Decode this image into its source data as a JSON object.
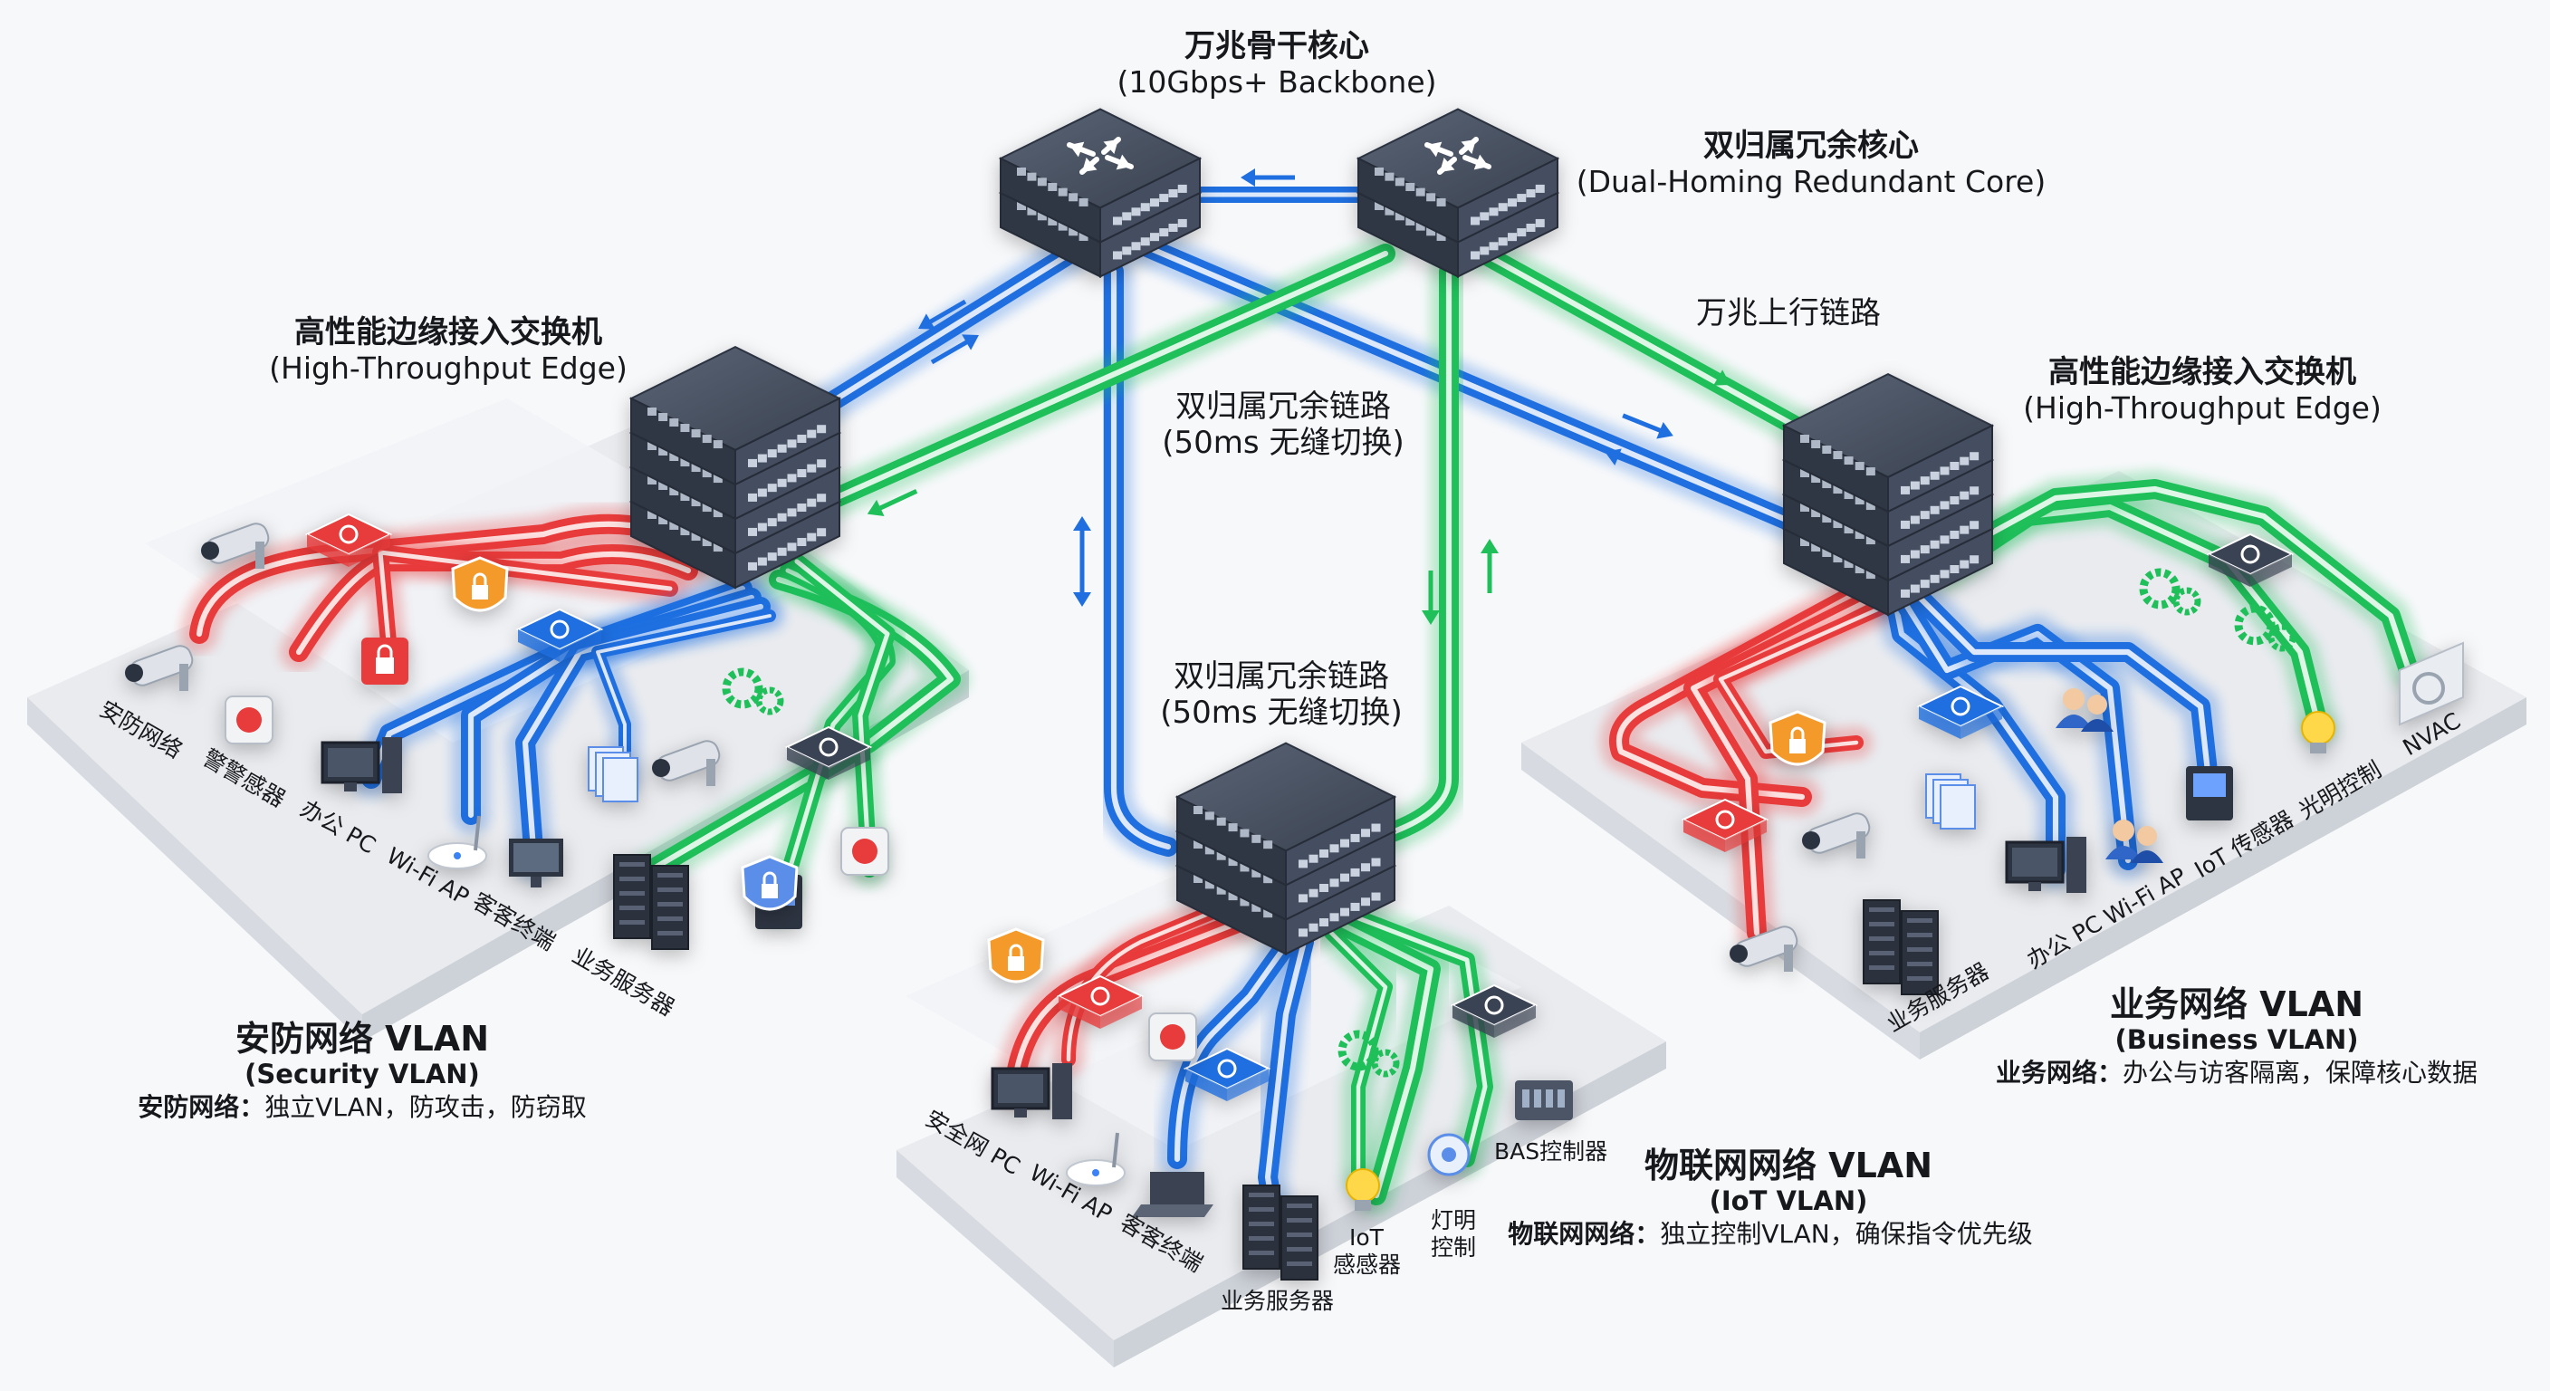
{
  "colors": {
    "backbone_blue": "#1f6fe0",
    "redundant_green": "#1fbf5a",
    "security_red": "#e83b3b",
    "switch_body": "#3d4656",
    "platform": "#eceef2"
  },
  "core": {
    "backbone_title": "万兆骨干核心",
    "backbone_sub": "(10Gbps+ Backbone)",
    "redundant_title": "双归属冗余核心",
    "redundant_sub": "(Dual-Homing Redundant Core)"
  },
  "links": {
    "uplink": "万兆上行链路",
    "redundant_a_1": "双归属冗余链路",
    "redundant_a_2": "(50ms 无缝切换)",
    "redundant_b_1": "双归属冗余链路",
    "redundant_b_2": "(50ms 无缝切换)"
  },
  "edge_left": {
    "title": "高性能边缘接入交换机",
    "sub": "(High-Throughput Edge)"
  },
  "edge_right": {
    "title": "高性能边缘接入交换机",
    "sub": "(High-Throughput Edge)"
  },
  "security_vlan": {
    "title": "安防网络 VLAN",
    "sub": "(Security VLAN)",
    "desc_bold": "安防网络：",
    "desc": "独立VLAN，防攻击，防窃取",
    "devices": [
      "安防网络",
      "警警感器",
      "办公 PC",
      "Wi-Fi AP",
      "客客终端",
      "业务服务器"
    ]
  },
  "business_vlan": {
    "title": "业务网络 VLAN",
    "sub": "(Business VLAN)",
    "desc_bold": "业务网络：",
    "desc": "办公与访客隔离，保障核心数据",
    "devices": [
      "业务服务器",
      "办公 PC",
      "Wi-Fi AP",
      "IoT 传感器",
      "光明控制",
      "NVAC"
    ]
  },
  "iot_vlan": {
    "title": "物联网网络 VLAN",
    "sub": "(IoT VLAN)",
    "desc_bold": "物联网网络：",
    "desc": "独立控制VLAN，确保指令优先级",
    "devices": [
      "安全网 PC",
      "Wi-Fi AP",
      "客客终端",
      "业务服务器",
      "IoT",
      "感感器",
      "灯明",
      "控制",
      "BAS控制器"
    ]
  }
}
